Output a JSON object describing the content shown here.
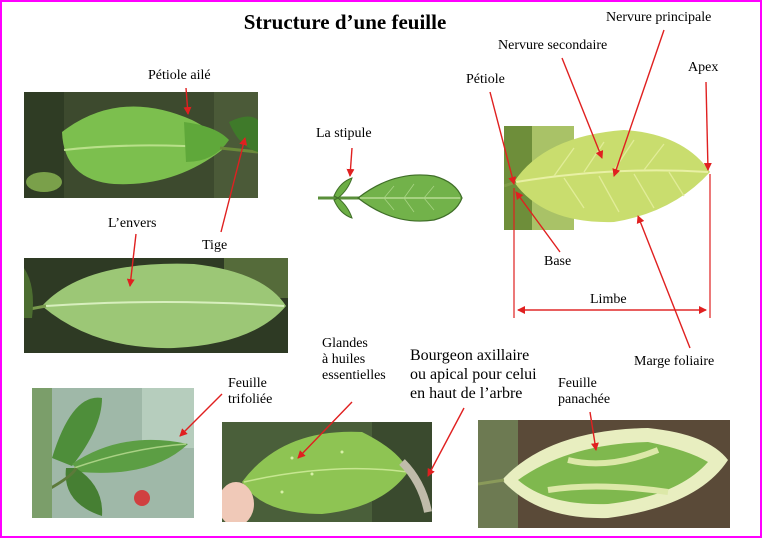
{
  "title": "Structure d’une feuille",
  "labels": {
    "petiole_aile": "Pétiole ailé",
    "envers": "L’envers",
    "tige": "Tige",
    "stipule": "La stipule",
    "petiole": "Pétiole",
    "nervure_secondaire": "Nervure secondaire",
    "nervure_principale": "Nervure principale",
    "apex": "Apex",
    "base": "Base",
    "limbe": "Limbe",
    "marge": "Marge foliaire",
    "trifoliee": [
      "Feuille",
      "trifoliée"
    ],
    "glandes": [
      "Glandes",
      "à huiles",
      "essentielles"
    ],
    "bourgeon": [
      "Bourgeon axillaire",
      "ou apical pour celui",
      "en haut de l’arbre"
    ],
    "panachee": [
      "Feuille",
      "panachée"
    ]
  },
  "colors": {
    "border": "#ff00ff",
    "arrow": "#e02020",
    "leaf_green": "#6fb84a",
    "leaf_yellow": "#c8dc6a"
  }
}
